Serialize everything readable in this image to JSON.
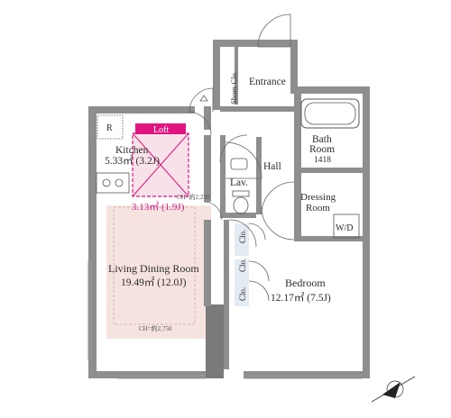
{
  "rooms": {
    "entrance": "Entrance",
    "shoes": "Shoes Clo.",
    "bath_1": "Bath",
    "bath_2": "Room",
    "bath_size": "1418",
    "hall": "Hall",
    "lav": "Lav.",
    "dressing_1": "Dressing",
    "dressing_2": "Room",
    "wd": "W/D",
    "kitchen": "Kitchen",
    "kitchen_area": "5.33㎡ (3.2J)",
    "loft": "Loft",
    "loft_area": "3.13㎡ (1.9J)",
    "ceiling_kitchen": "CH=約2,230",
    "living": "Living Dining Room",
    "living_area": "19.49㎡ (12.0J)",
    "ceiling_living": "CH=約2,750",
    "bedroom": "Bedroom",
    "bedroom_area": "12.17㎡ (7.5J)",
    "clo_1": "Clo.",
    "clo_2": "Clo.",
    "clo_3": "Clo.",
    "refrigerator": "R"
  },
  "colors": {
    "wall": "#8e8e8e",
    "wall_dark": "#6f6f6f",
    "loft_accent": "#e0157f",
    "loft_fill": "#f7d9e4",
    "ceiling_zone": "#f6e3e0",
    "closet_fill": "#dfe8f0"
  }
}
